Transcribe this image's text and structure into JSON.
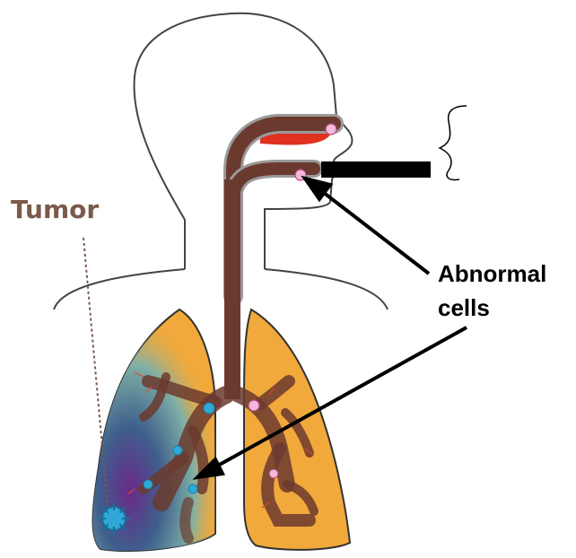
{
  "labels": {
    "tumor": "Tumor",
    "abnormal_line1": "Abnormal",
    "abnormal_line2": "cells"
  },
  "colors": {
    "lung_fill": "#F2A93B",
    "airway": "#6B3A2E",
    "airway_edge": "#9A9A9A",
    "mouth_red": "#E0301E",
    "tumor_label": "#7A5A4A",
    "abnormal_cell": "#F5B8D8",
    "blue_cell": "#2FA8D8",
    "outline": "#333333",
    "redacted_bar": "#000000"
  },
  "icons": {
    "brace": "curly-brace-icon",
    "tumor_cell": "spiky-cell-icon"
  }
}
